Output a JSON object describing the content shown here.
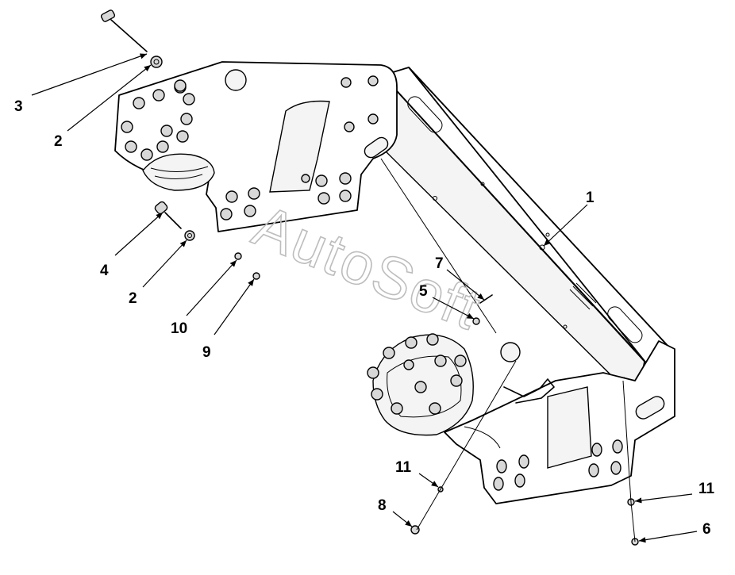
{
  "watermark": "AutoSoft",
  "callouts": [
    {
      "id": "c-3",
      "text": "3"
    },
    {
      "id": "c-2a",
      "text": "2"
    },
    {
      "id": "c-4",
      "text": "4"
    },
    {
      "id": "c-2b",
      "text": "2"
    },
    {
      "id": "c-10",
      "text": "10"
    },
    {
      "id": "c-9",
      "text": "9"
    },
    {
      "id": "c-1",
      "text": "1"
    },
    {
      "id": "c-7",
      "text": "7"
    },
    {
      "id": "c-5",
      "text": "5"
    },
    {
      "id": "c-11a",
      "text": "11"
    },
    {
      "id": "c-8",
      "text": "8"
    },
    {
      "id": "c-11b",
      "text": "11"
    },
    {
      "id": "c-6",
      "text": "6"
    }
  ]
}
